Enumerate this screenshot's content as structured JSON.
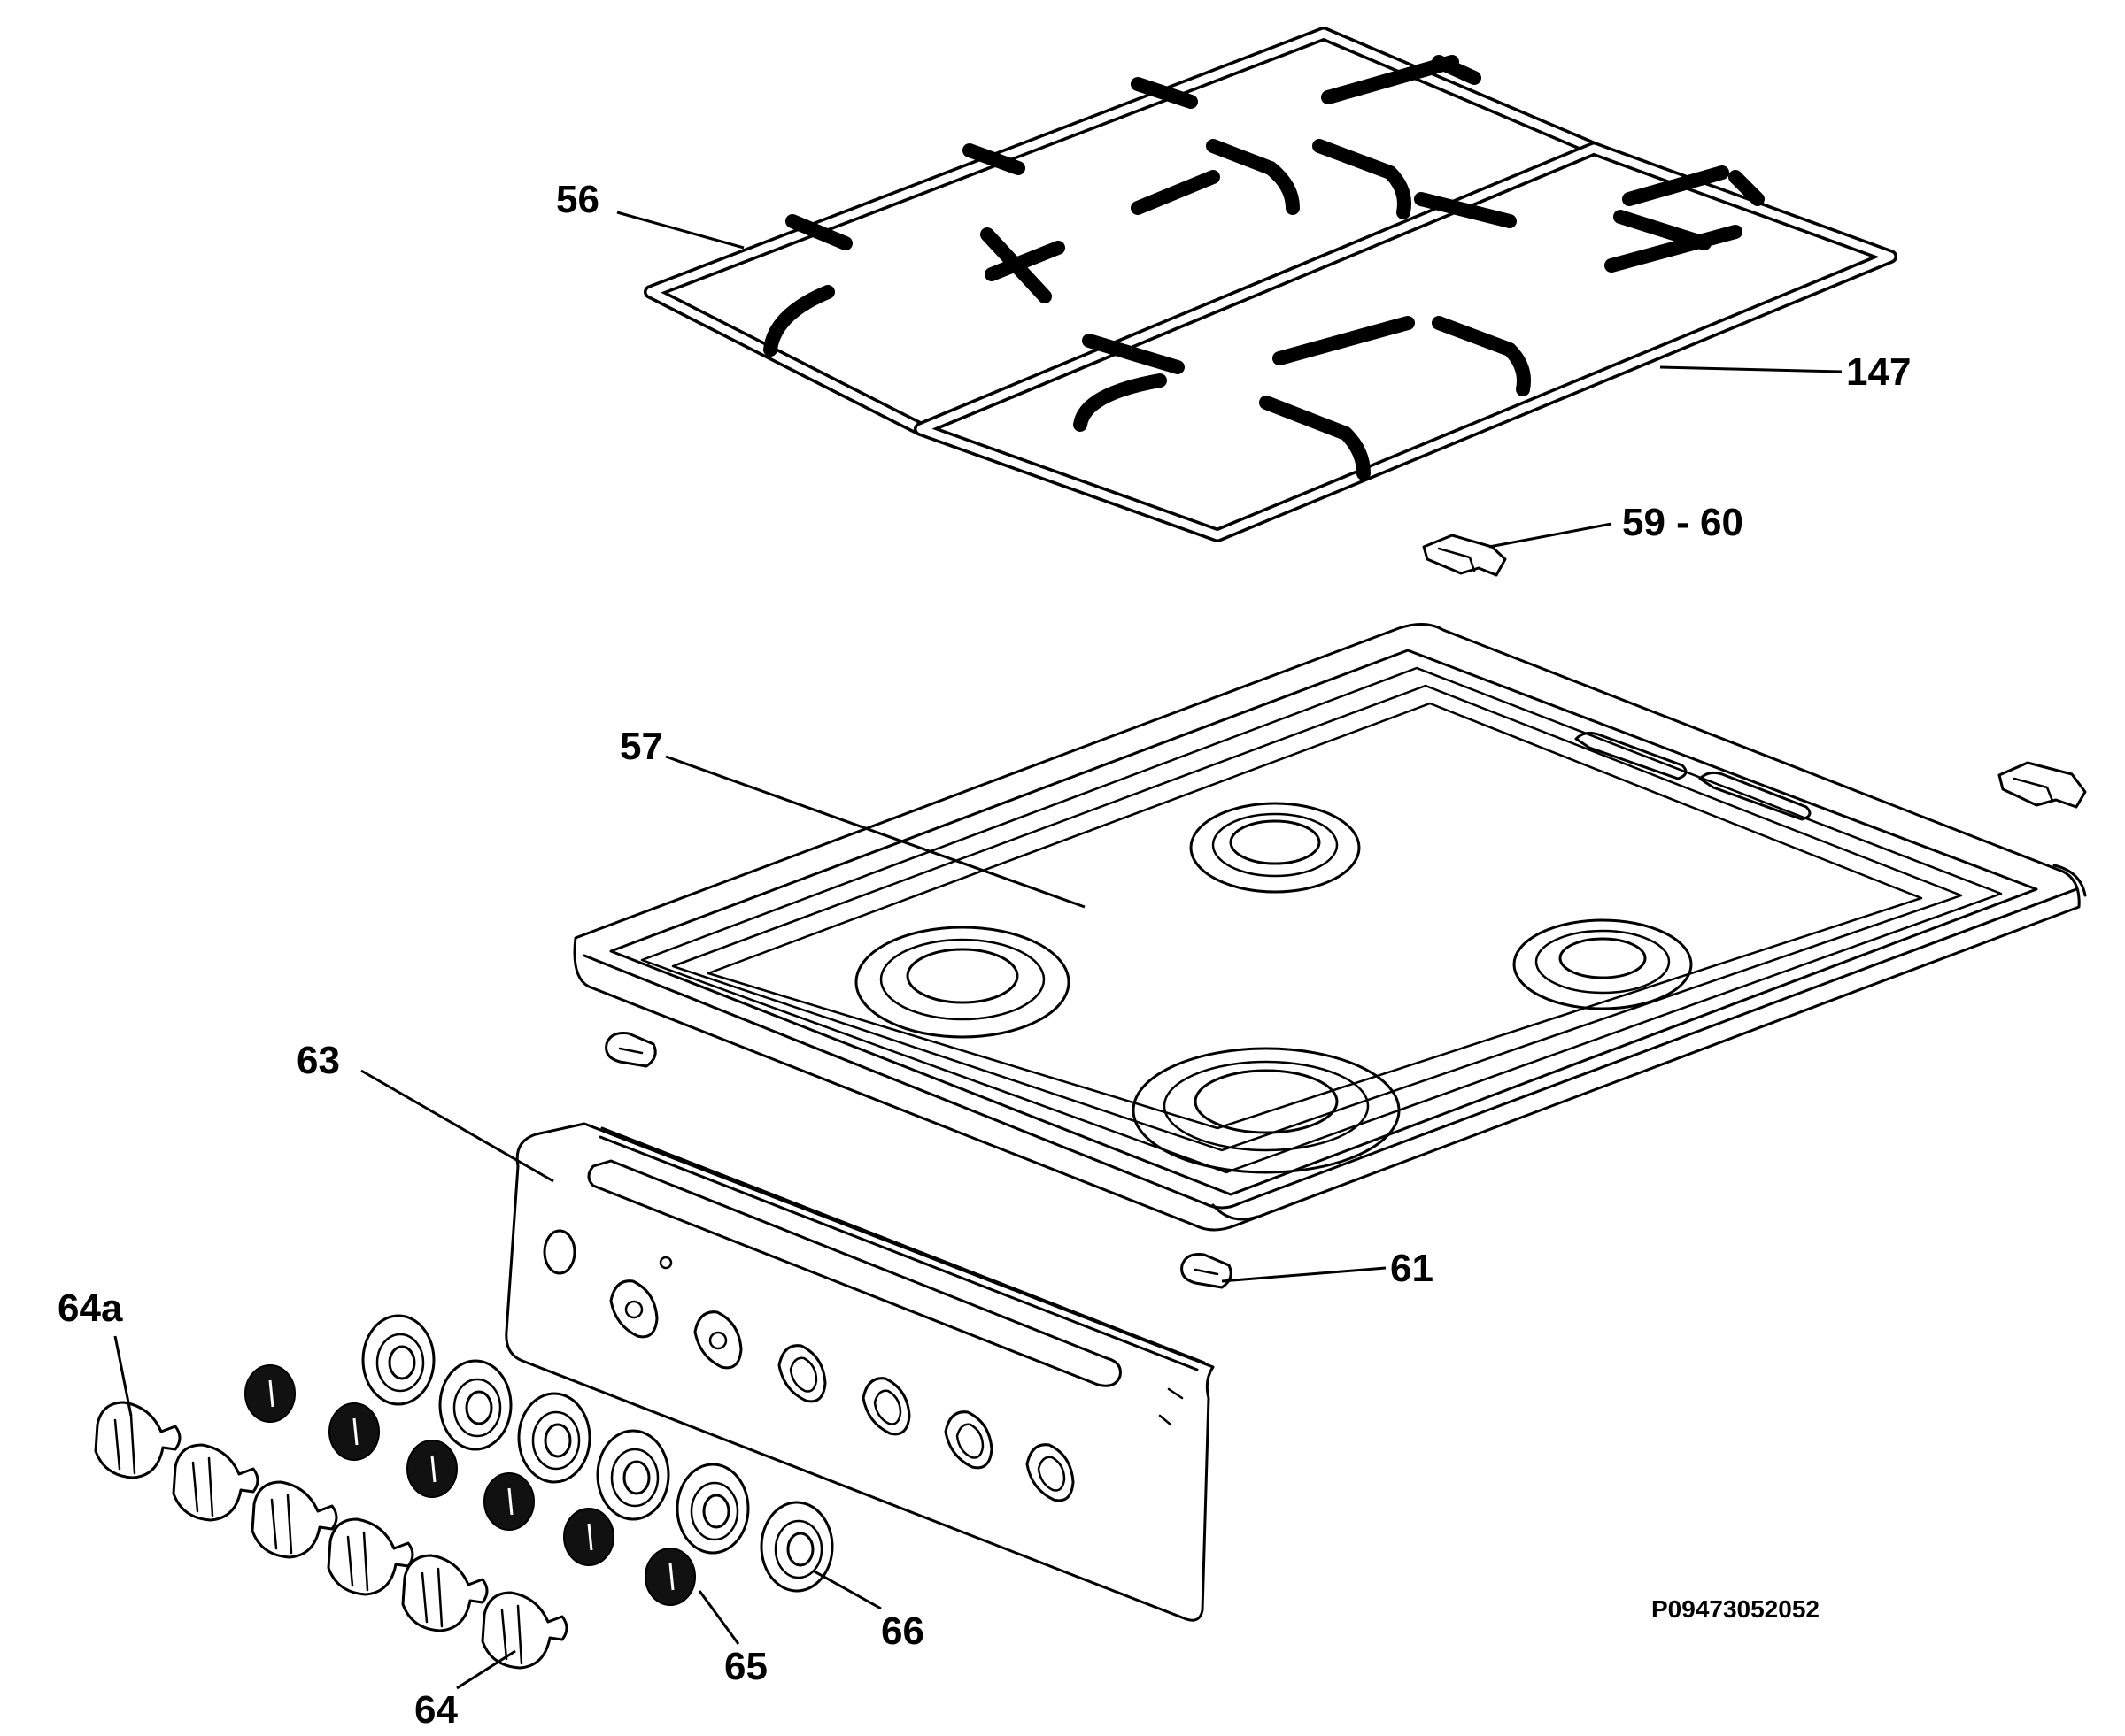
{
  "parts": {
    "grid_left": "56",
    "grid_right": "147",
    "grid_support": "59 - 60",
    "hob_top": "57",
    "control_panel": "63",
    "hob_fixing": "61",
    "knob_special": "64a",
    "knob": "64",
    "knob_spring": "65",
    "knob_bezel": "66"
  },
  "document_number": "P09473052052"
}
